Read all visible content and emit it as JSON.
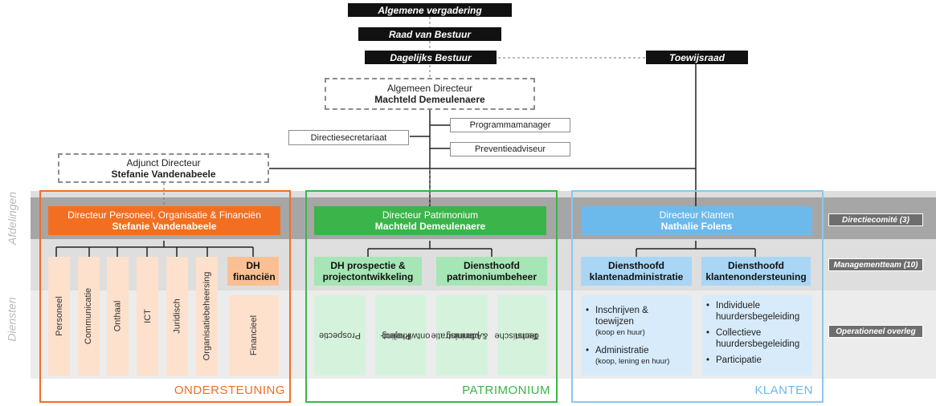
{
  "governance": {
    "general_assembly": "Algemene vergadering",
    "board": "Raad van Bestuur",
    "daily_board": "Dagelijks Bestuur",
    "allocation_council": "Toewijsraad"
  },
  "general_director": {
    "title": "Algemeen Directeur",
    "name": "Machteld Demeulenaere"
  },
  "staff": {
    "program_manager": "Programmamanager",
    "secretariat": "Directiesecretariaat",
    "prevention_advisor": "Preventieadviseur"
  },
  "deputy_director": {
    "title": "Adjunct Directeur",
    "name": "Stefanie Vandenabeele"
  },
  "side_labels": {
    "departments": "Afdelingen",
    "services": "Diensten"
  },
  "legend": {
    "directors_committee": "Directiecomité (3)",
    "management_team": "Managementteam (10)",
    "operational_meeting": "Operationeel overleg"
  },
  "departments": {
    "support": {
      "director_title": "Directeur Personeel, Organisatie & Financiën",
      "director_name": "Stefanie Vandenabeele",
      "head_finance": "DH financiën",
      "services": [
        "Personeel",
        "Communicatie",
        "Onthaal",
        "ICT",
        "Juridisch",
        "Organisatiebeheersing"
      ],
      "finance_service": "Financieel",
      "name": "ONDERSTEUNING",
      "color": "#f26f21"
    },
    "patrimony": {
      "director_title": "Directeur Patrimonium",
      "director_name": "Machteld Demeulenaere",
      "head_prospection": "DH prospectie & projectontwikkeling",
      "head_prospection_lines": [
        "DH prospectie &",
        "projectontwikkeling"
      ],
      "head_management_lines": [
        "Diensthoofd",
        "patrimoniumbeheer"
      ],
      "services": [
        "Prospectie",
        "Project-ontwikkeling",
        "Administratie & planning",
        "Technische dienst"
      ],
      "services_lines": [
        [
          "Prospectie"
        ],
        [
          "Project-",
          "ontwikkeling"
        ],
        [
          "Administratie",
          "& planning"
        ],
        [
          "Technische",
          "dienst"
        ]
      ],
      "name": "PATRIMONIUM",
      "color": "#3bb54a"
    },
    "clients": {
      "director_title": "Directeur Klanten",
      "director_name": "Nathalie Folens",
      "head_admin_lines": [
        "Diensthoofd",
        "klantenadministratie"
      ],
      "head_support_lines": [
        "Diensthoofd",
        "klantenondersteuning"
      ],
      "admin_items": [
        {
          "text": "Inschrijven & toewijzen",
          "note": "(koop en huur)"
        },
        {
          "text": "Administratie",
          "note": "(koop, lening en huur)"
        }
      ],
      "support_items": [
        "Individuele huurdersbegeleiding",
        "Collectieve huurdersbegeleiding",
        "Participatie"
      ],
      "name": "KLANTEN",
      "color": "#5aaee6"
    }
  }
}
